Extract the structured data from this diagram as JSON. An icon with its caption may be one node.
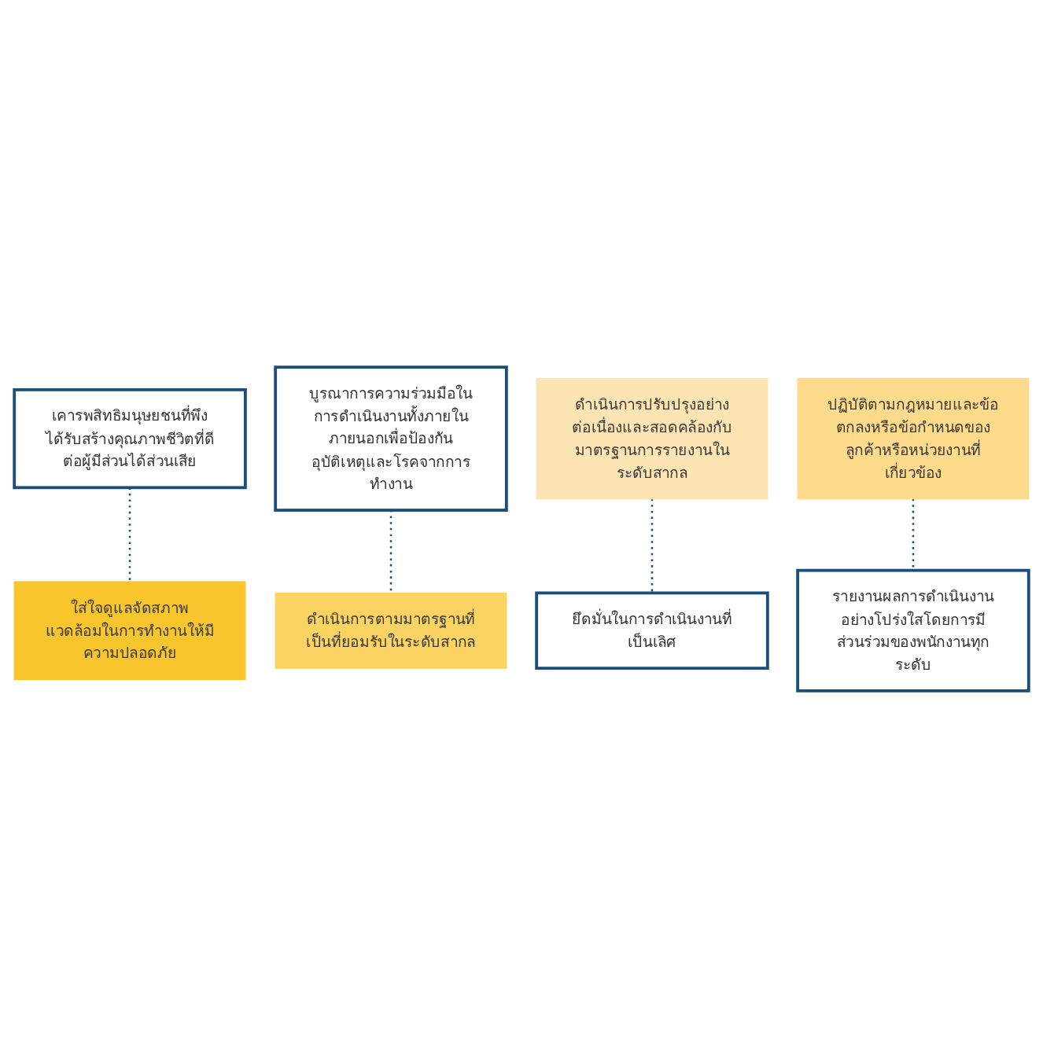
{
  "diagram": {
    "nodes": [
      {
        "text": [
          "เคารพสิทธิมนุษยชนที่พึงได้รับสร้างคุณภาพชีวิตที่ดีต่อผู้มีส่วนได้ส่วนเสีย"
        ]
      },
      {
        "text": [
          "บูรณาการความร่วมมือในการดำเนินงานทั้งภายในภายนอกเพื่อป้องกันอุบัติเหตุและโรคจากการทำงาน"
        ]
      },
      {
        "text": [
          "ใส่ใจดูแลจัดสภาพแวดล้อมในการทำงานให้มีความปลอดภัย"
        ]
      },
      {
        "text": [
          "ดำเนินการตามมาตรฐานที่เป็นที่ยอมรับในระดับสากล"
        ]
      },
      {
        "text": [
          "ดำเนินการปรับปรุงอย่างต่อเนื่องและสอดคล้องกับมาตรฐานการรายงานในระดับสากล"
        ]
      },
      {
        "text": [
          "ปฏิบัติตามกฎหมายและข้อตกลงหรือข้อกำหนดของลูกค้าหรือหน่วยงานที่เกี่ยวข้อง"
        ]
      },
      {
        "text": [
          "ยึดมั่นในการดำเนินงานที่เป็นเลิศ"
        ]
      },
      {
        "text": [
          "รายงานผลการดำเนินงานอย่างโปร่งใสโดยการมีส่วนร่วมของพนักงานทุกระดับ"
        ]
      }
    ],
    "edges": [
      {
        "from": 0,
        "to": 2,
        "arrow": "none",
        "style": "dashed"
      },
      {
        "from": 1,
        "to": 3,
        "arrow": "none",
        "style": "dashed"
      },
      {
        "from": 4,
        "to": 6,
        "arrow": "none",
        "style": "dashed"
      },
      {
        "from": 5,
        "to": 7,
        "arrow": "none",
        "style": "dashed"
      }
    ]
  }
}
